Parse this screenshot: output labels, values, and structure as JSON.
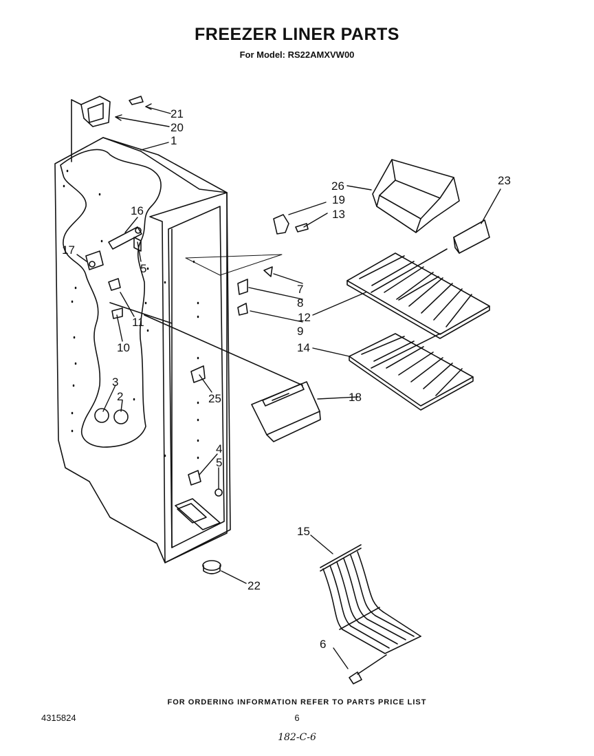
{
  "header": {
    "title": "FREEZER LINER PARTS",
    "subtitle": "For Model: RS22AMXVW00"
  },
  "callouts": [
    {
      "num": "21"
    },
    {
      "num": "20"
    },
    {
      "num": "1"
    },
    {
      "num": "16"
    },
    {
      "num": "17"
    },
    {
      "num": "5"
    },
    {
      "num": "11"
    },
    {
      "num": "10"
    },
    {
      "num": "3"
    },
    {
      "num": "2"
    },
    {
      "num": "25"
    },
    {
      "num": "4"
    },
    {
      "num": "5"
    },
    {
      "num": "22"
    },
    {
      "num": "26"
    },
    {
      "num": "19"
    },
    {
      "num": "13"
    },
    {
      "num": "23"
    },
    {
      "num": "7"
    },
    {
      "num": "8"
    },
    {
      "num": "12"
    },
    {
      "num": "9"
    },
    {
      "num": "14"
    },
    {
      "num": "18"
    },
    {
      "num": "15"
    },
    {
      "num": "6"
    }
  ],
  "footer": {
    "ordering_note": "FOR ORDERING INFORMATION REFER TO PARTS PRICE LIST",
    "doc_number": "4315824",
    "page_number": "6",
    "handwritten_note": "182-C-6"
  }
}
